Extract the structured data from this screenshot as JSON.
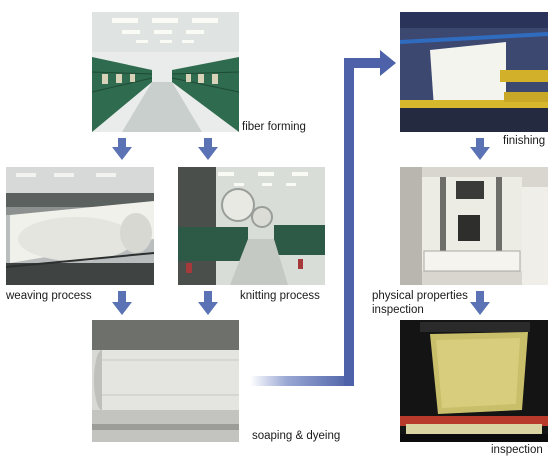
{
  "steps": {
    "fiber_forming": {
      "label": "fiber forming"
    },
    "weaving": {
      "label": "weaving process"
    },
    "knitting": {
      "label": "knitting process"
    },
    "soaping_dyeing": {
      "label": "soaping & dyeing"
    },
    "finishing": {
      "label": "finishing"
    },
    "physical_inspection": {
      "label_line1": "physical properties",
      "label_line2": "inspection"
    },
    "inspection": {
      "label": "inspection"
    }
  },
  "colors": {
    "arrow": "#5b73b4",
    "flow_line_dark": "#4a5fa6",
    "flow_line_light": "#e8ecf6"
  }
}
